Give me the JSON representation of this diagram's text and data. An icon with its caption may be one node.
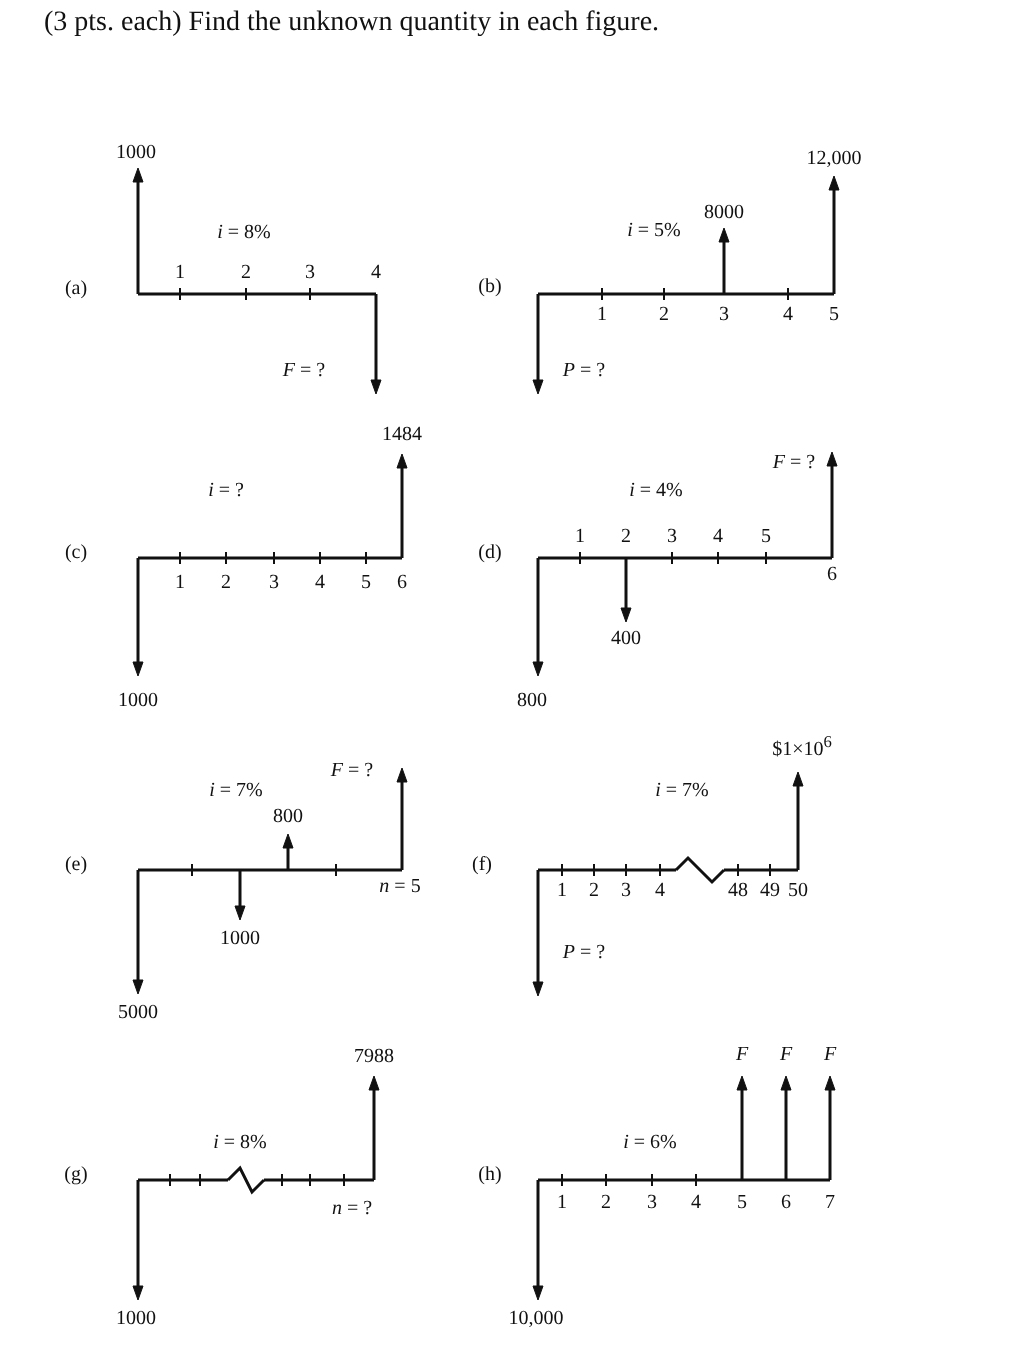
{
  "diagram": {
    "title": "(3 pts. each) Find the unknown quantity in each figure.",
    "labels": [
      "(a)",
      "1000",
      "*i* = 8%",
      "1",
      "2",
      "3",
      "4",
      "*F* = ?",
      "(b)",
      "12,000",
      "8000",
      "*i* = 5%",
      "1",
      "2",
      "3",
      "4",
      "5",
      "*P* = ?",
      "1484",
      "*F* = ?",
      "*i* = ?",
      "*i* = 4%",
      "(c)",
      "1",
      "2",
      "3",
      "4",
      "5",
      "6",
      "(d)",
      "1",
      "2",
      "3",
      "4",
      "5",
      "6",
      "400",
      "1000",
      "800",
      "$1×10$^{6}$",
      "*F* = ?",
      "*i* = 7%",
      "*i* = 7%",
      "800",
      "(e)",
      "(f)",
      "*n* = 5",
      "1",
      "2",
      "3",
      "4",
      "48",
      "49",
      "50",
      "1000",
      "*P* = ?",
      "5000",
      "7988",
      "F",
      "F",
      "F",
      "*i* = 8%",
      "*i* = 6%",
      "(g)",
      "(h)",
      "*n* = ?",
      "1",
      "2",
      "3",
      "4",
      "5",
      "6",
      "7",
      "1000",
      "10,000"
    ]
  }
}
